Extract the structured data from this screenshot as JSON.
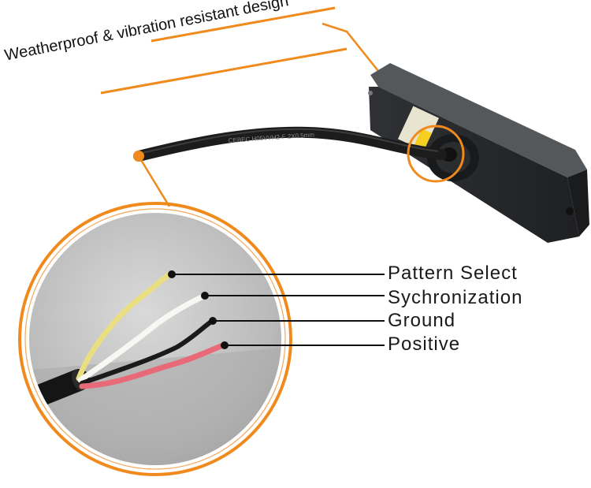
{
  "headline": "Weatherproof & vibration resistant design",
  "wires": [
    {
      "label": "Pattern Select",
      "color": "#f0e68c"
    },
    {
      "label": "Sychronization",
      "color": "#ffffff"
    },
    {
      "label": "Ground",
      "color": "#1a1a1a"
    },
    {
      "label": "Positive",
      "color": "#e86a78"
    }
  ],
  "cable_print": "CEBEC H05VVH2-F 2X0.5mm",
  "colors": {
    "accent": "#f08a1c",
    "housing": "#2a2c2e",
    "cable": "#1c1c1c",
    "background": "#ffffff"
  }
}
